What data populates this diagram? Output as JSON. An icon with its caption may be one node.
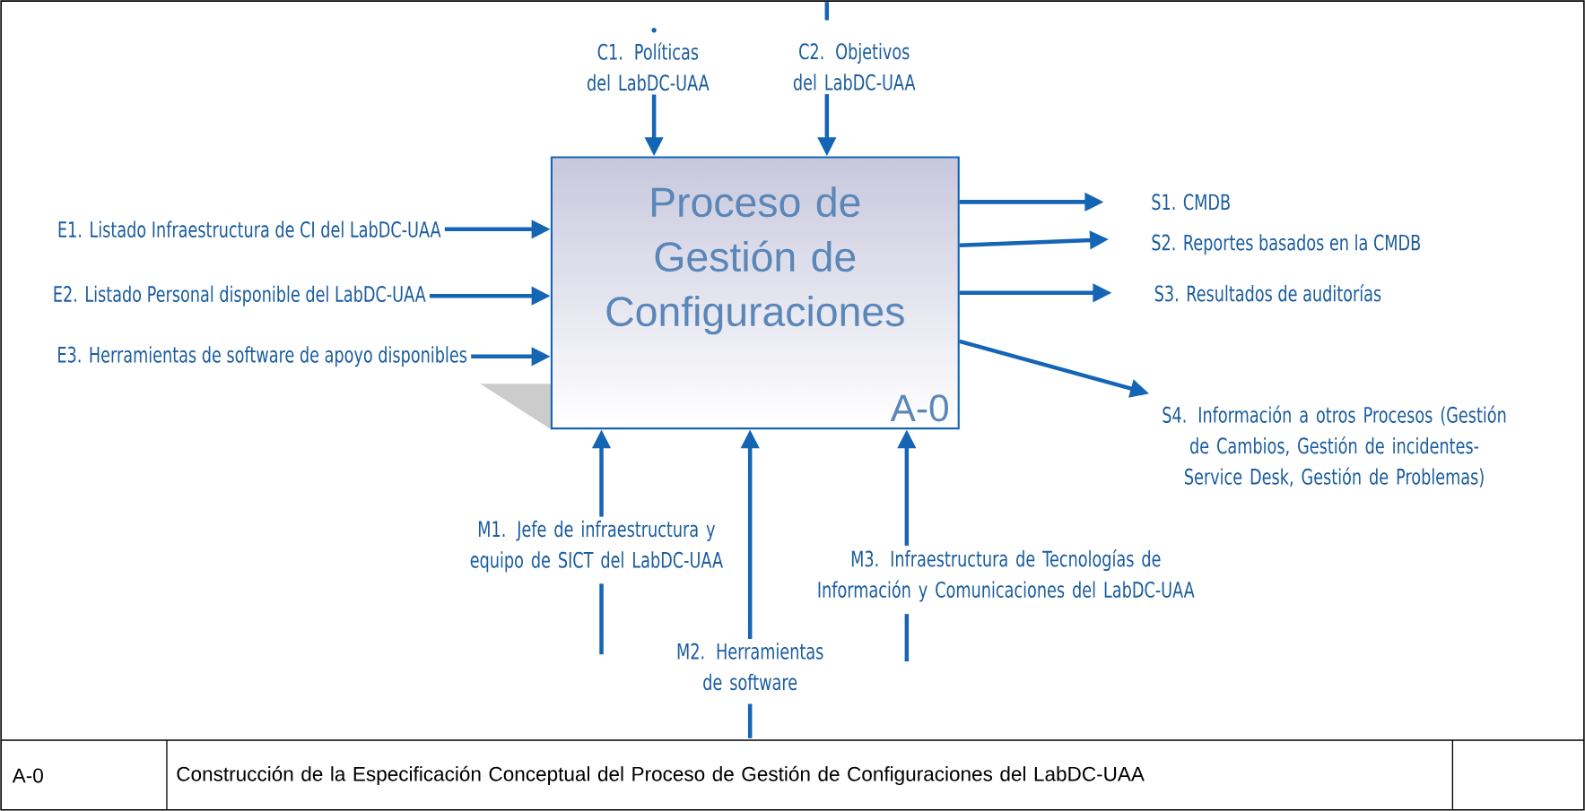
{
  "diagram": {
    "nodes": [
      {
        "text": [
          "Proceso de Gestión de Configuraciones",
          "A-0"
        ]
      },
      {
        "text": [
          "C1. Políticas del LabDC-UAA"
        ]
      },
      {
        "text": [
          "C2. Objetivos del LabDC-UAA"
        ]
      },
      {
        "text": [
          "E1. Listado Infraestructura de CI del LabDC-UAA"
        ]
      },
      {
        "text": [
          "E2. Listado Personal disponible del LabDC-UAA"
        ]
      },
      {
        "text": [
          "E3. Herramientas de software de apoyo disponibles"
        ]
      },
      {
        "text": [
          "S1. CMDB"
        ]
      },
      {
        "text": [
          "S2. Reportes basados en la CMDB"
        ]
      },
      {
        "text": [
          "S3. Resultados de auditorías"
        ]
      },
      {
        "text": [
          "S4. Información a otros Procesos (Gestión de Cambios, Gestión de incidentes-Service Desk, Gestión de Problemas)"
        ]
      },
      {
        "text": [
          "M1. Jefe de infraestructura y equipo de SICT del LabDC-UAA"
        ]
      },
      {
        "text": [
          "M2. Herramientas de software"
        ]
      },
      {
        "text": [
          "M3. Infraestructura de Tecnologías de Información y Comunicaciones del LabDC-UAA"
        ]
      }
    ],
    "edges": [
      {
        "from": 1,
        "to": 0,
        "arrow": "to"
      },
      {
        "from": 2,
        "to": 0,
        "arrow": "to"
      },
      {
        "from": 3,
        "to": 0,
        "arrow": "to"
      },
      {
        "from": 4,
        "to": 0,
        "arrow": "to"
      },
      {
        "from": 5,
        "to": 0,
        "arrow": "to"
      },
      {
        "from": 0,
        "to": 6,
        "arrow": "to"
      },
      {
        "from": 0,
        "to": 7,
        "arrow": "to"
      },
      {
        "from": 0,
        "to": 8,
        "arrow": "to"
      },
      {
        "from": 0,
        "to": 9,
        "arrow": "to"
      },
      {
        "from": 10,
        "to": 0,
        "arrow": "to"
      },
      {
        "from": 11,
        "to": 0,
        "arrow": "to"
      },
      {
        "from": 12,
        "to": 0,
        "arrow": "to"
      }
    ],
    "labels": [
      "A-0",
      "Construcción de la Especificación Conceptual del Proceso de Gestión de Configuraciones del LabDC-UAA"
    ]
  }
}
